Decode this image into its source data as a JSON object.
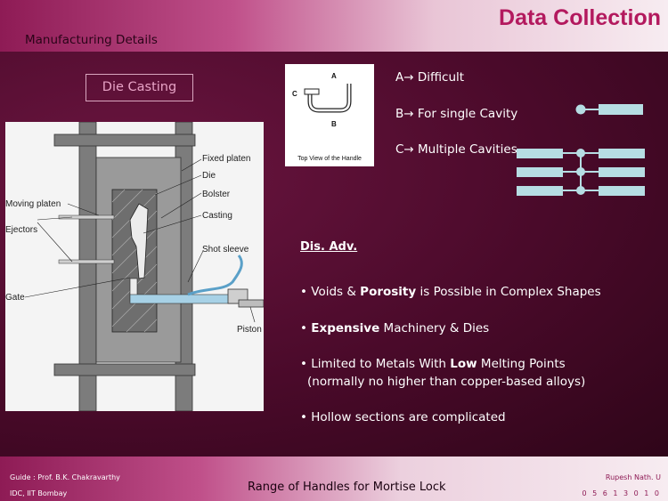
{
  "header": {
    "title": "Data Collection",
    "subtitle": "Manufacturing Details"
  },
  "die_casting": {
    "label": "Die Casting",
    "parts": {
      "fixed_platen": "Fixed platen",
      "die": "Die",
      "bolster": "Bolster",
      "casting": "Casting",
      "shot_sleeve": "Shot sleeve",
      "moving_platen": "Moving platen",
      "ejectors": "Ejectors",
      "gate": "Gate",
      "piston": "Piston"
    }
  },
  "handle_view": {
    "label_a": "A",
    "label_b": "B",
    "label_c": "C",
    "caption": "Top View of the Handle"
  },
  "options": {
    "a": "A→ Difficult",
    "b": "B→ For single Cavity",
    "c": "C→ Multiple Cavities"
  },
  "disadvantages": {
    "heading": "Dis. Adv.",
    "items": [
      {
        "pre": "• Voids & ",
        "bold": "Porosity",
        "post": " is Possible in Complex Shapes"
      },
      {
        "pre": "• ",
        "bold": "Expensive",
        "post": " Machinery & Dies"
      },
      {
        "pre": "• Limited to Metals With ",
        "bold": "Low",
        "post": " Melting Points"
      },
      {
        "pre": "• Hollow sections are complicated",
        "bold": "",
        "post": ""
      }
    ],
    "item3_line2": "(normally no higher than copper-based alloys)"
  },
  "footer": {
    "guide": "Guide : Prof. B.K. Chakravarthy",
    "institute": "IDC, IIT Bombay",
    "center": "Range of Handles for Mortise Lock",
    "author": "Rupesh Nath. U",
    "id": "0 5 6 1 3 0 1 0"
  },
  "colors": {
    "accent": "#b3195e",
    "background": "#4a0a2a",
    "cavity_fill": "#b6dde3"
  }
}
